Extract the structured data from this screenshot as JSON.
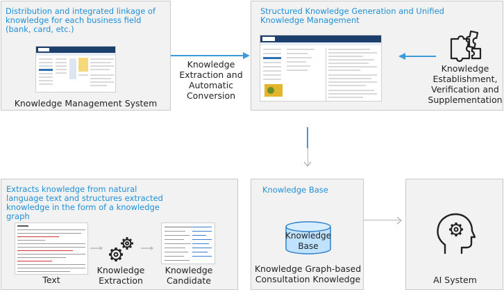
{
  "boxes": {
    "kms": {
      "title": "Distribution and integrated linkage of knowledge for each business field (bank, card, etc.)",
      "label": "Knowledge Management System"
    },
    "structured": {
      "title": "Structured Knowledge Generation and Unified Knowledge Management"
    },
    "extract": {
      "title": "Extracts knowledge from natural language text and  structures extracted knowledge in the form of a knowledge graph",
      "text_label": "Text",
      "extraction_label": "Knowledge Extraction",
      "candidate_label": "Knowledge Candidate"
    },
    "kb": {
      "title": "Knowledge Base",
      "cylinder_label": "Knowledge Base",
      "label": "Knowledge Graph-based Consultation Knowledge"
    },
    "ai": {
      "label": "AI System"
    }
  },
  "connectors": {
    "middle_label": "Knowledge Extraction and Automatic Conversion",
    "right_label": "Knowledge Establishment, Verification and Supplementation"
  },
  "icons": [
    "puzzle-icon",
    "gears-icon",
    "database-icon",
    "head-gear-icon"
  ],
  "colors": {
    "accent": "#1f8fd6",
    "arrow": "#3d9ad8",
    "box_bg": "#f2f2f2"
  }
}
